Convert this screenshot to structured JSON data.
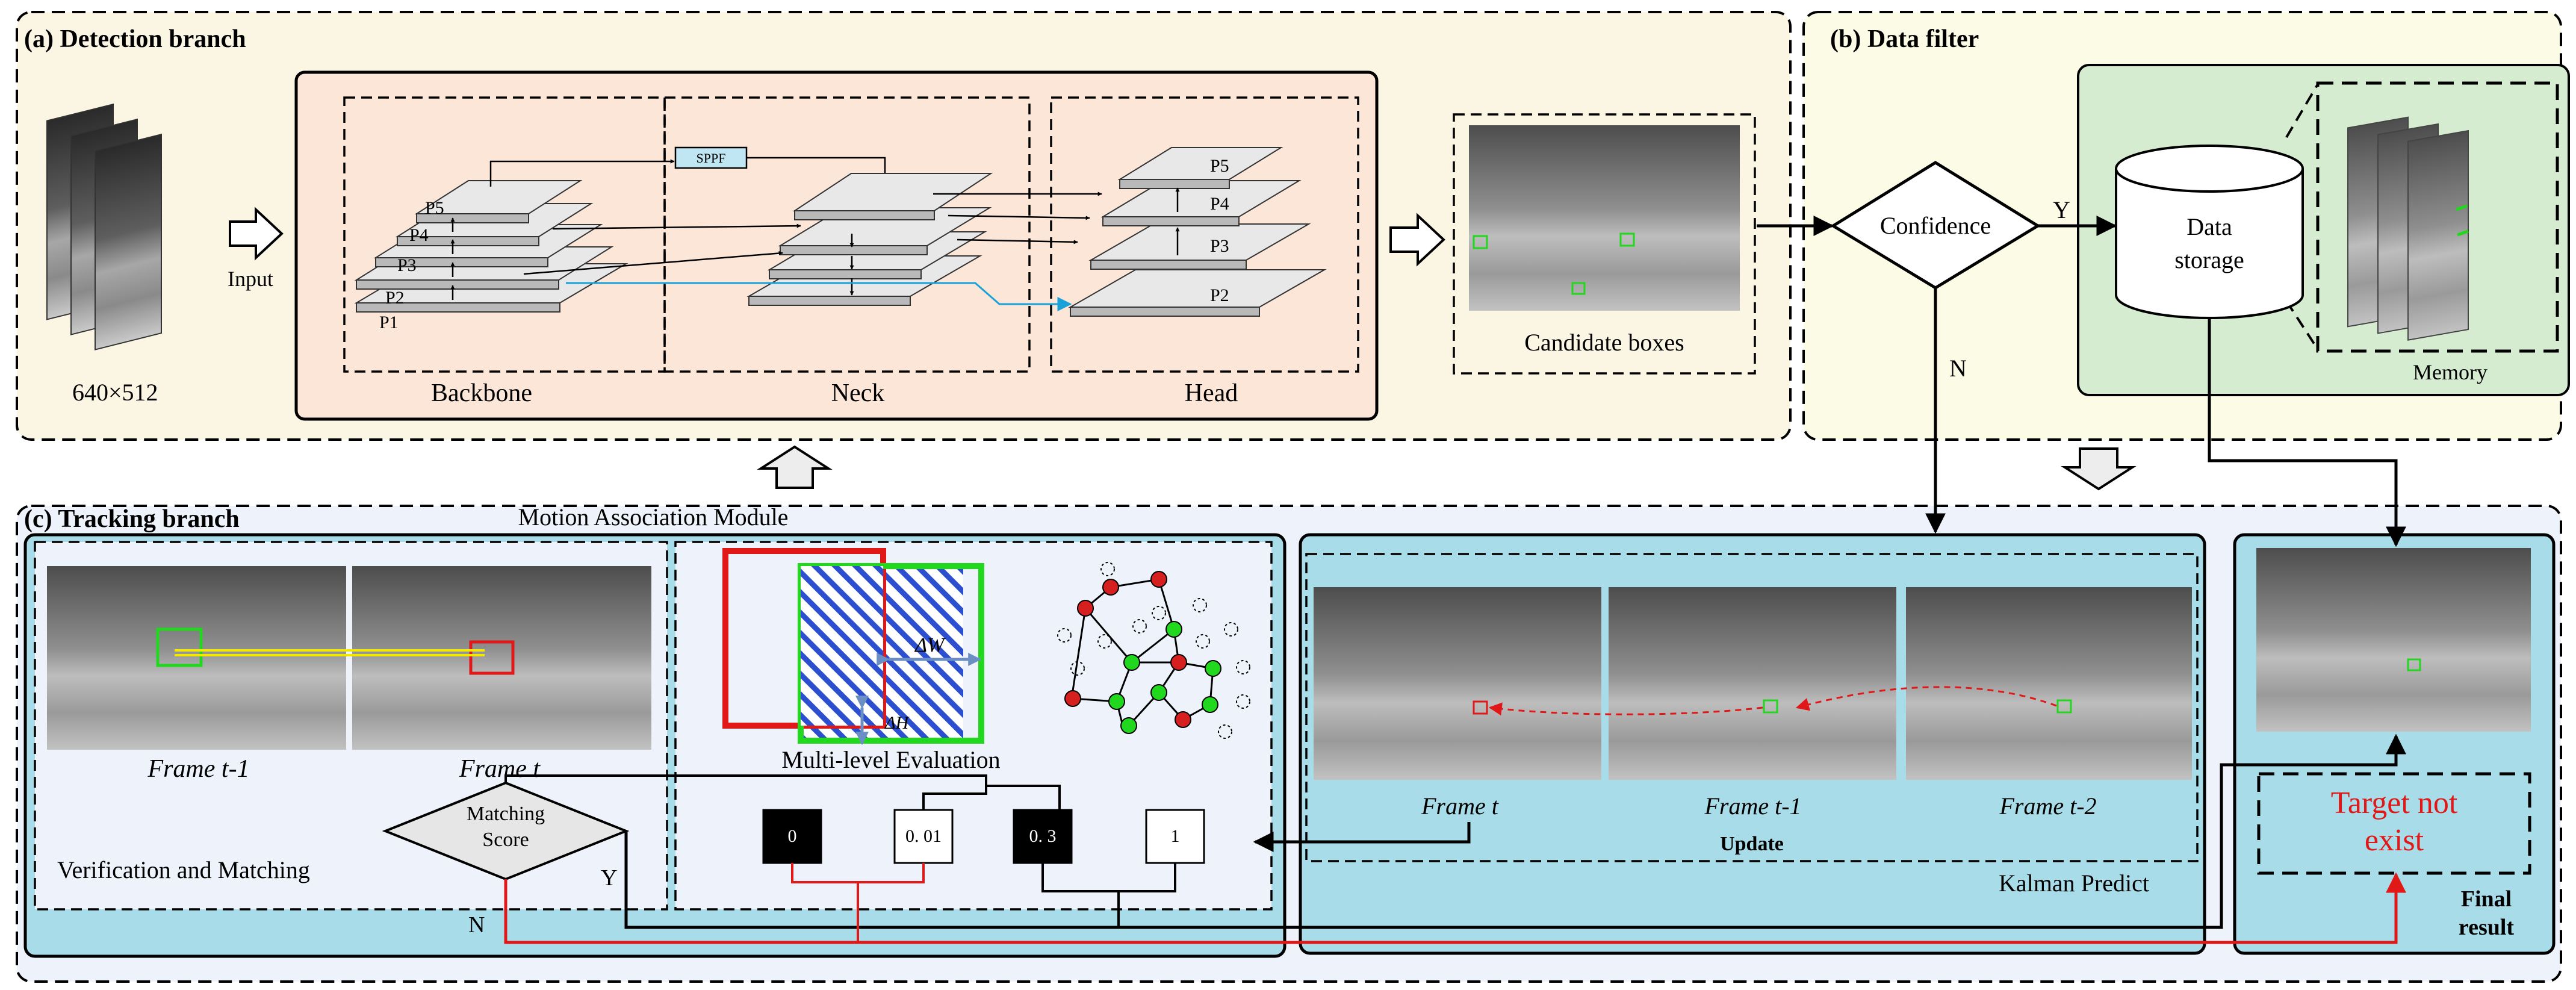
{
  "panels": {
    "detection": "(a) Detection branch",
    "filter": "(b) Data filter",
    "tracking": "(c) Tracking branch"
  },
  "detection": {
    "input_label": "Input",
    "input_size": "640×512",
    "backbone": "Backbone",
    "neck": "Neck",
    "head": "Head",
    "sppf": "SPPF",
    "backbone_levels": [
      "P1",
      "P2",
      "P3",
      "P4",
      "P5"
    ],
    "head_levels": [
      "P2",
      "P3",
      "P4",
      "P5"
    ],
    "candidate_boxes": "Candidate boxes"
  },
  "filter": {
    "confidence": "Confidence",
    "yes": "Y",
    "no": "N",
    "storage_line1": "Data",
    "storage_line2": "storage",
    "memory": "Memory"
  },
  "tracking": {
    "motion_module": "Motion Association Module",
    "frame_t_minus_1": "Frame t-1",
    "frame_t": "Frame t",
    "matching_line1": "Matching",
    "matching_line2": "Score",
    "verification": "Verification and Matching",
    "yes": "Y",
    "no": "N",
    "delta_w": "ΔW",
    "delta_h": "ΔH",
    "multi_level": "Multi-level Evaluation",
    "score_levels": [
      "0",
      "0. 01",
      "0. 3",
      "1"
    ],
    "kalman_frames": [
      "Frame t",
      "Frame t-1",
      "Frame t-2"
    ],
    "update": "Update",
    "kalman_predict": "Kalman Predict",
    "target_line1": "Target not",
    "target_line2": "exist",
    "final_line1": "Final",
    "final_line2": "result"
  },
  "colors": {
    "detection_bg": "#fbf5e3",
    "model_bg": "#fbe6d8",
    "filter_bg": "#fbfbe6",
    "memory_bg": "#d6ecd1",
    "tracking_bg": "#eef3fb",
    "kalman_bg": "#a8dce8",
    "match_red": "#e11b1b",
    "match_green": "#22d81f",
    "cyan_arrow": "#1aa2d8"
  }
}
